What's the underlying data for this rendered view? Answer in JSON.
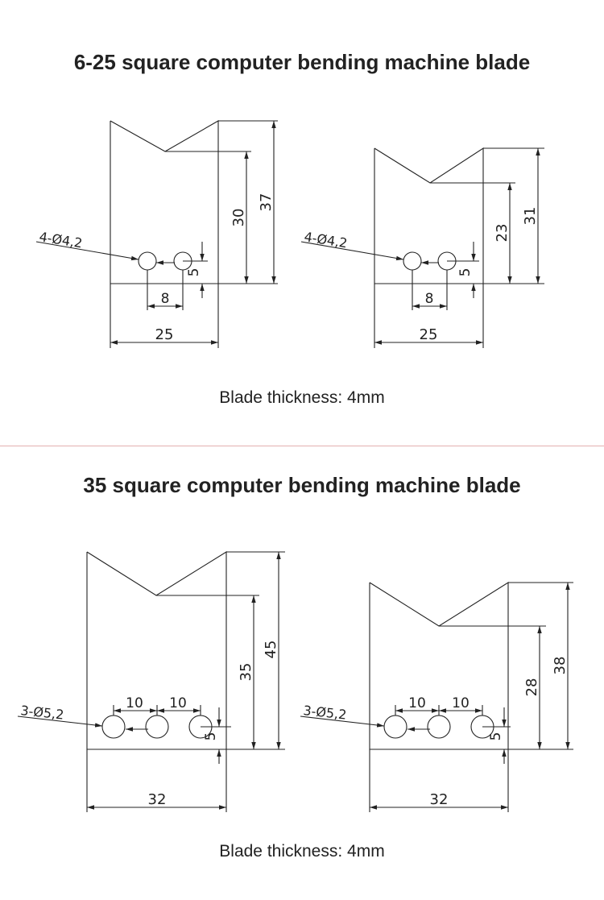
{
  "sections": [
    {
      "title": "6-25 square computer bending machine blade",
      "caption": "Blade thickness: 4mm",
      "drawings": [
        {
          "hole_label": "4-Ø4,2",
          "spacing": "8",
          "edge": "5",
          "width": "25",
          "v_depth": "30",
          "height": "37"
        },
        {
          "hole_label": "4-Ø4,2",
          "spacing": "8",
          "edge": "5",
          "width": "25",
          "v_depth": "23",
          "height": "31"
        }
      ]
    },
    {
      "title": "35 square computer bending machine blade",
      "caption": "Blade thickness: 4mm",
      "drawings": [
        {
          "hole_label": "3-Ø5,2",
          "spacing_a": "10",
          "spacing_b": "10",
          "edge": "5",
          "width": "32",
          "v_depth": "35",
          "height": "45"
        },
        {
          "hole_label": "3-Ø5,2",
          "spacing_a": "10",
          "spacing_b": "10",
          "edge": "5",
          "width": "32",
          "v_depth": "28",
          "height": "38"
        }
      ]
    }
  ]
}
